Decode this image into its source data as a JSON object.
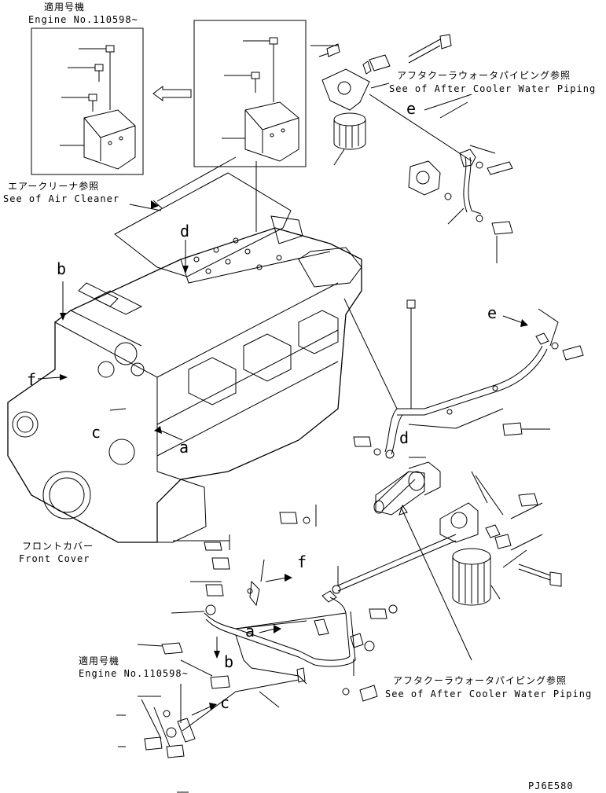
{
  "labels": {
    "applicable_top_jp": "適用号機",
    "applicable_top_en": "Engine No.110598~",
    "after_cooler_top_jp": "アフタクーラウォータパイピング参照",
    "after_cooler_top_en": "See of After Cooler Water Piping",
    "air_cleaner_jp": "エアークリーナ参照",
    "air_cleaner_en": "See of Air Cleaner",
    "front_cover_jp": "フロントカバー",
    "front_cover_en": "Front Cover",
    "applicable_bottom_jp": "適用号機",
    "applicable_bottom_en": "Engine No.110598~",
    "after_cooler_bottom_jp": "アフタクーラウォータパイピング参照",
    "after_cooler_bottom_en": "See of After Cooler Water Piping",
    "drawing_code": "PJ6E580"
  },
  "callouts": {
    "b_engine": "b",
    "d_top": "d",
    "f_left": "f",
    "c_left": "c",
    "a_center": "a",
    "e_top": "e",
    "e_right": "e",
    "d_pipe": "d",
    "f_bottom": "f",
    "a_bottom": "a",
    "b_bottom": "b",
    "c_bottom": "c"
  }
}
